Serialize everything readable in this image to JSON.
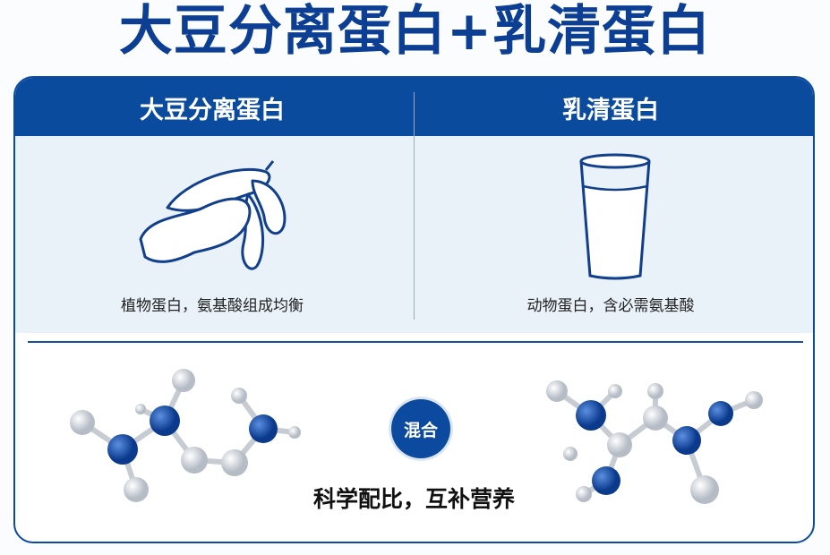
{
  "title": "大豆分离蛋白+乳清蛋白",
  "left": {
    "header": "大豆分离蛋白",
    "caption": "植物蛋白，氨基酸组成均衡",
    "icon": "soybean-pod-icon"
  },
  "right": {
    "header": "乳清蛋白",
    "caption": "动物蛋白，含必需氨基酸",
    "icon": "milk-glass-icon"
  },
  "mix_badge": "混合",
  "mix_text": "科学配比，互补营养",
  "colors": {
    "brand_blue": "#0a4b9d",
    "title_blue": "#0c3f93",
    "panel": "#eaf2f9"
  }
}
